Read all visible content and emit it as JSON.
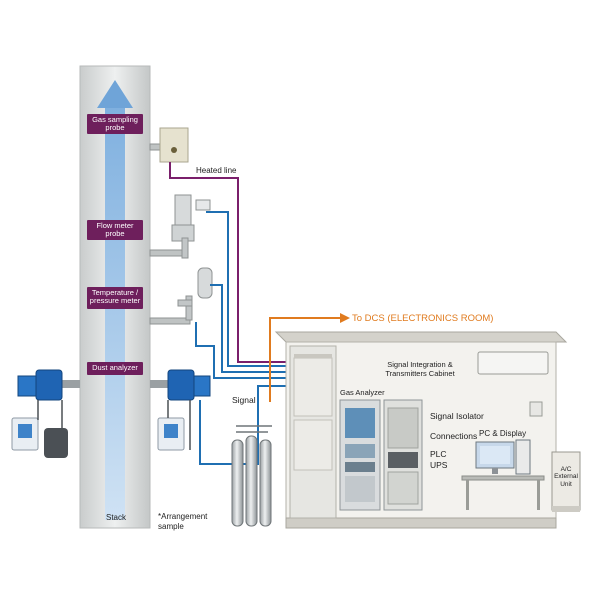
{
  "labels": {
    "gas_sampling_probe": "Gas sampling probe",
    "flow_meter_probe": "Flow meter probe",
    "temp_pressure_meter": "Temperature / pressure meter",
    "dust_analyzer": "Dust analyzer",
    "heated_line": "Heated line",
    "to_dcs": "To DCS (ELECTRONICS ROOM)",
    "signal_integration": "Signal Integration & Transmitters Cabinet",
    "gas_analyzer": "Gas Analyzer",
    "signal_isolator": "Signal Isolator",
    "connections": "Connections",
    "pc_display": "PC & Display",
    "plc": "PLC",
    "ups": "UPS",
    "signal": "Signal",
    "ac_external": "A/C External Unit",
    "stack": "Stack",
    "arrangement_sample": "*Arrangement sample"
  },
  "colors": {
    "heated_line": "#7a1f6b",
    "signal_line": "#1f6fb2",
    "dcs_line": "#e07b1f",
    "tag_bg": "#6e1f5c",
    "stack_body": "#d9dcdc",
    "flow_arrow": "#9fc6ea"
  }
}
